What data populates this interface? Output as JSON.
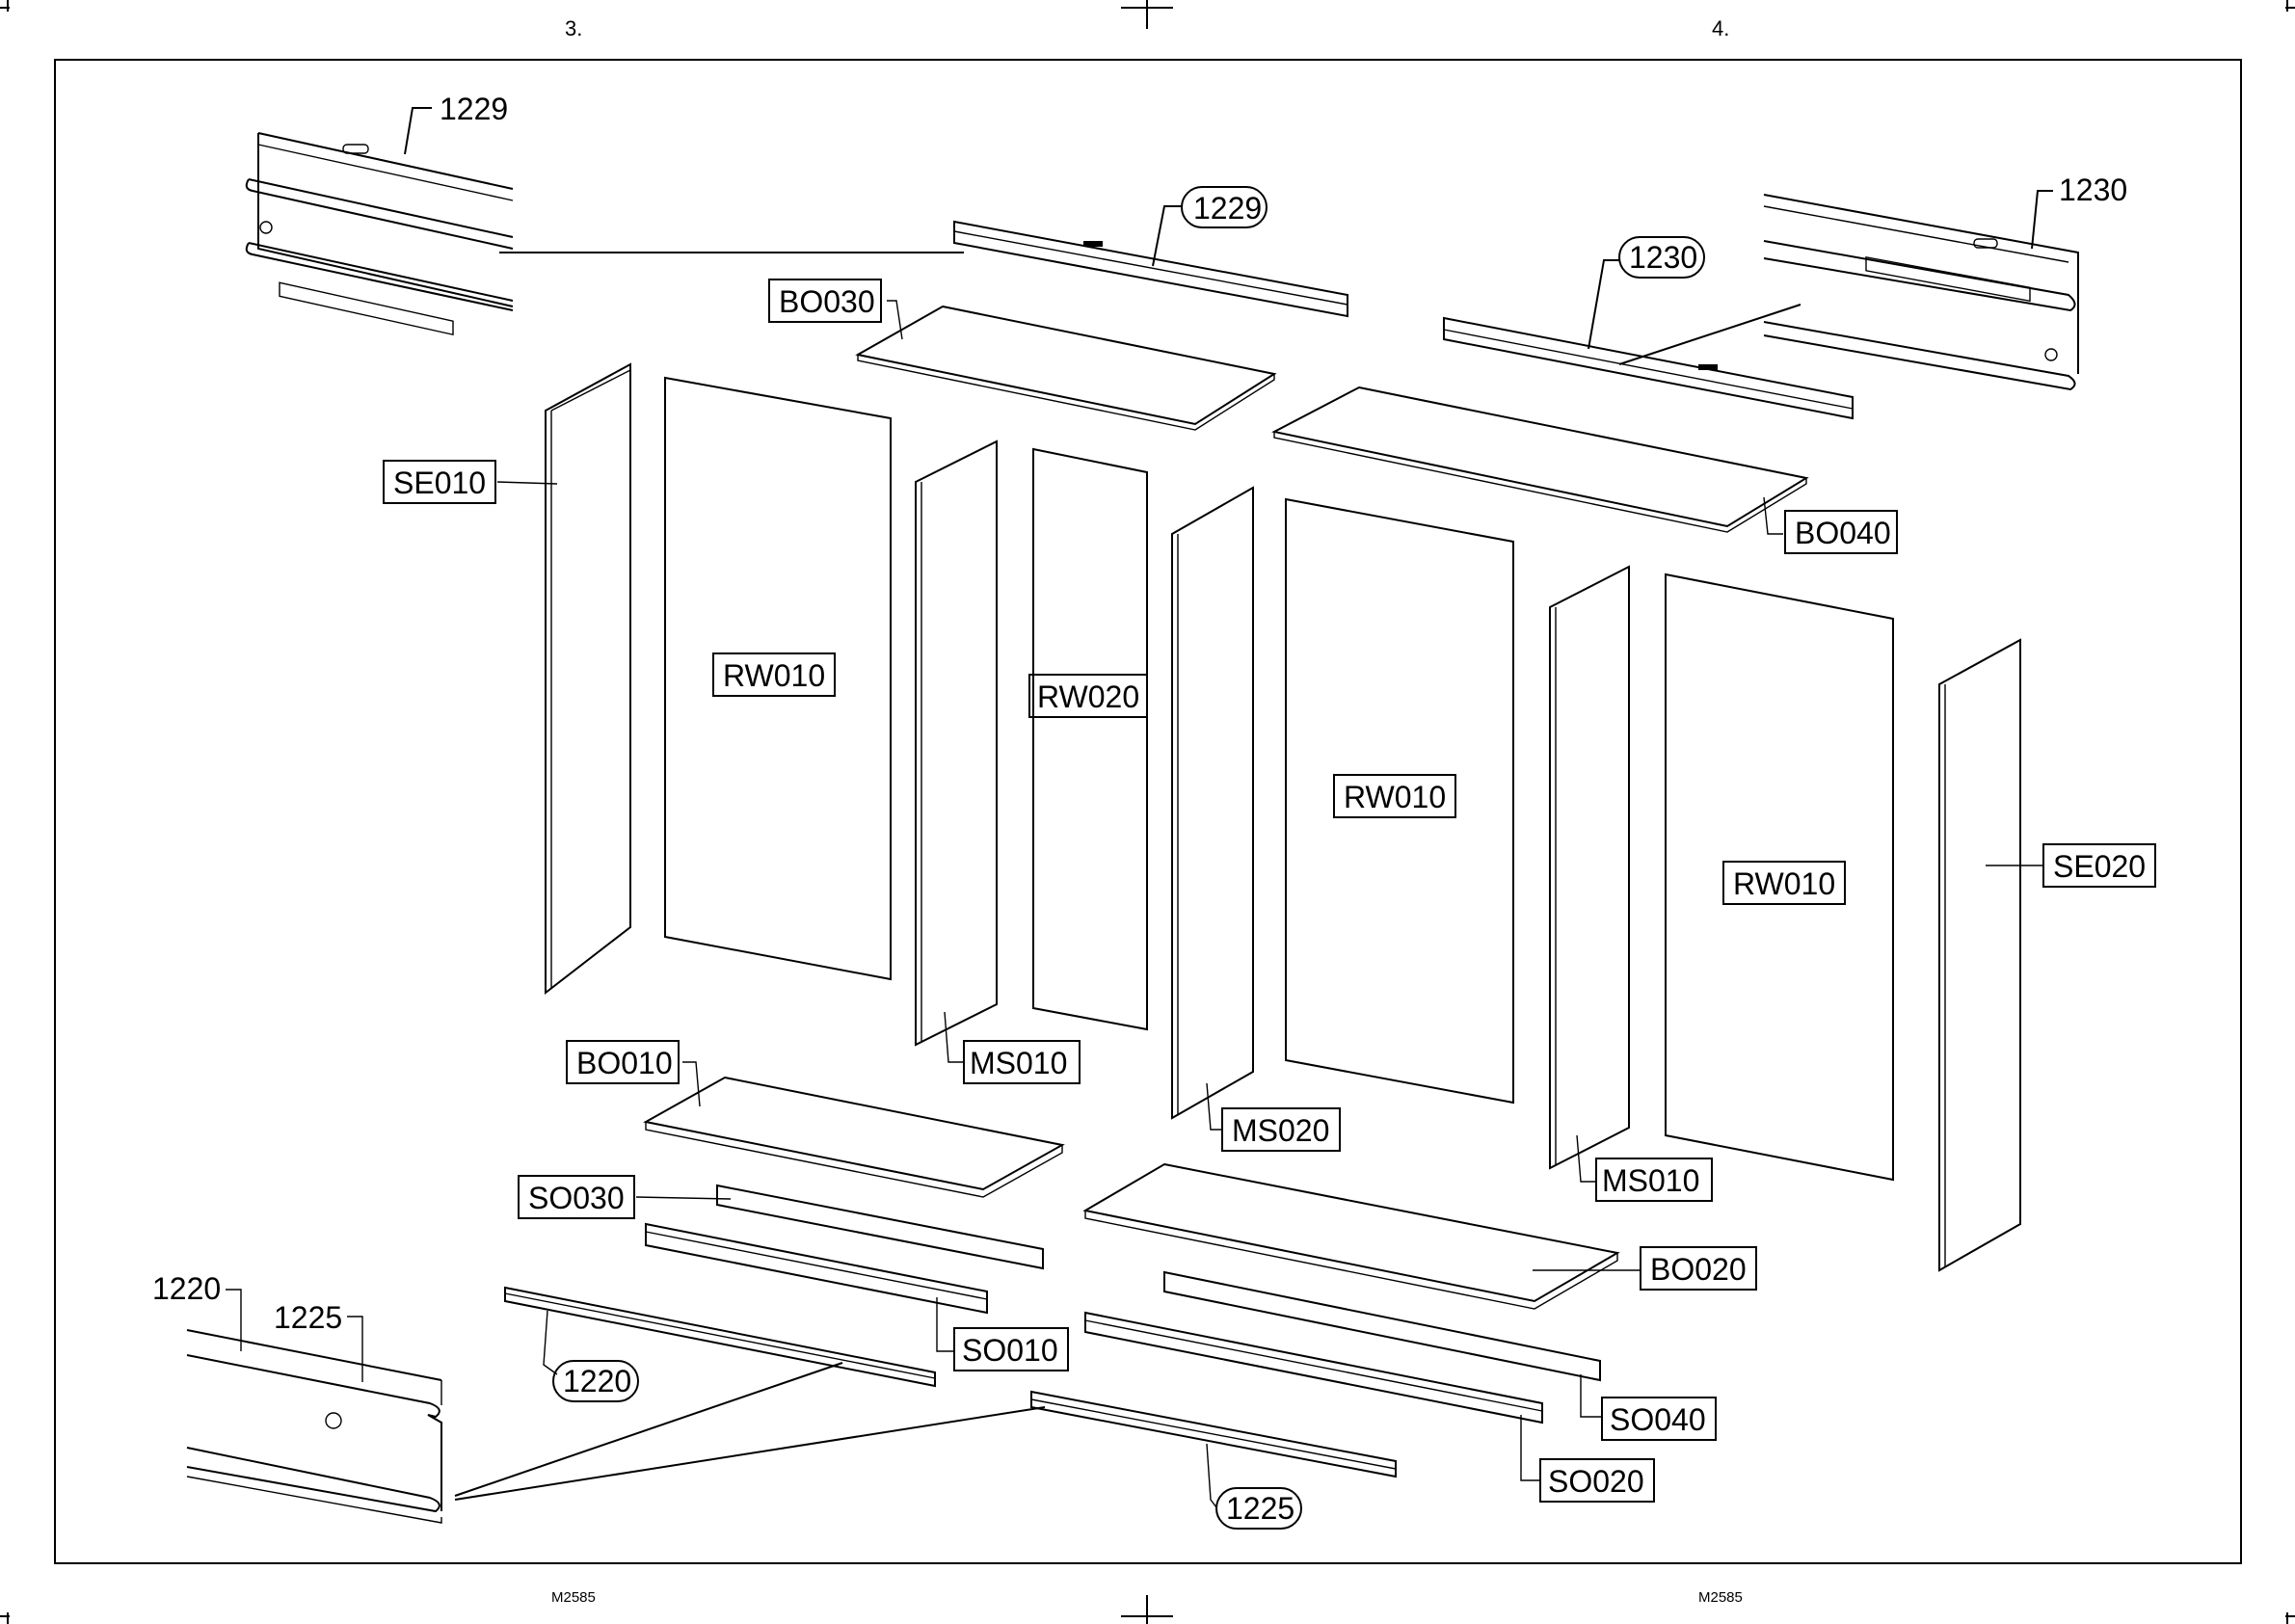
{
  "page_numbers": {
    "left": "3.",
    "right": "4."
  },
  "footer_codes": {
    "left": "M2585",
    "right": "M2585"
  },
  "parts": {
    "detail_1229": "1229",
    "detail_1230": "1230",
    "detail_1220": "1220",
    "detail_1225": "1225",
    "rail_1229": "1229",
    "rail_1230": "1230",
    "rail_1220": "1220",
    "rail_1225": "1225",
    "BO030": "BO030",
    "BO040": "BO040",
    "BO010": "BO010",
    "BO020": "BO020",
    "SE010": "SE010",
    "SE020": "SE020",
    "RW010_a": "RW010",
    "RW020": "RW020",
    "RW010_b": "RW010",
    "RW010_c": "RW010",
    "MS010_a": "MS010",
    "MS020": "MS020",
    "MS010_b": "MS010",
    "SO030": "SO030",
    "SO010": "SO010",
    "SO040": "SO040",
    "SO020": "SO020"
  }
}
